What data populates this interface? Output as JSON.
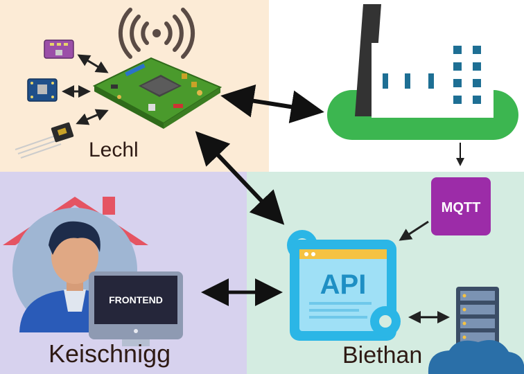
{
  "sections": {
    "lechl": {
      "label": "Lechl"
    },
    "keischnigg": {
      "label": "Keischnigg"
    },
    "biethan": {
      "label": "Biethan"
    }
  },
  "badges": {
    "mqtt": "MQTT",
    "frontend": "FRONTEND",
    "api": "API"
  },
  "colors": {
    "lechl_bg": "#fcebd6",
    "keischnigg_bg": "#d7d2ee",
    "biethan_bg": "#d4ece1",
    "factory_green": "#3cb650",
    "factory_window": "#1e6f94",
    "mqtt_purple": "#9c2ca8",
    "api_cyan": "#2bb6e6",
    "pcb_green": "#4a9a2c",
    "arrow": "#111111"
  },
  "icons": [
    "wifi-icon",
    "circuit-board-icon",
    "sensor-module-icon",
    "factory-icon",
    "user-avatar-icon",
    "house-icon",
    "monitor-icon",
    "api-window-icon",
    "gear-icon",
    "server-rack-icon",
    "cloud-icon"
  ]
}
